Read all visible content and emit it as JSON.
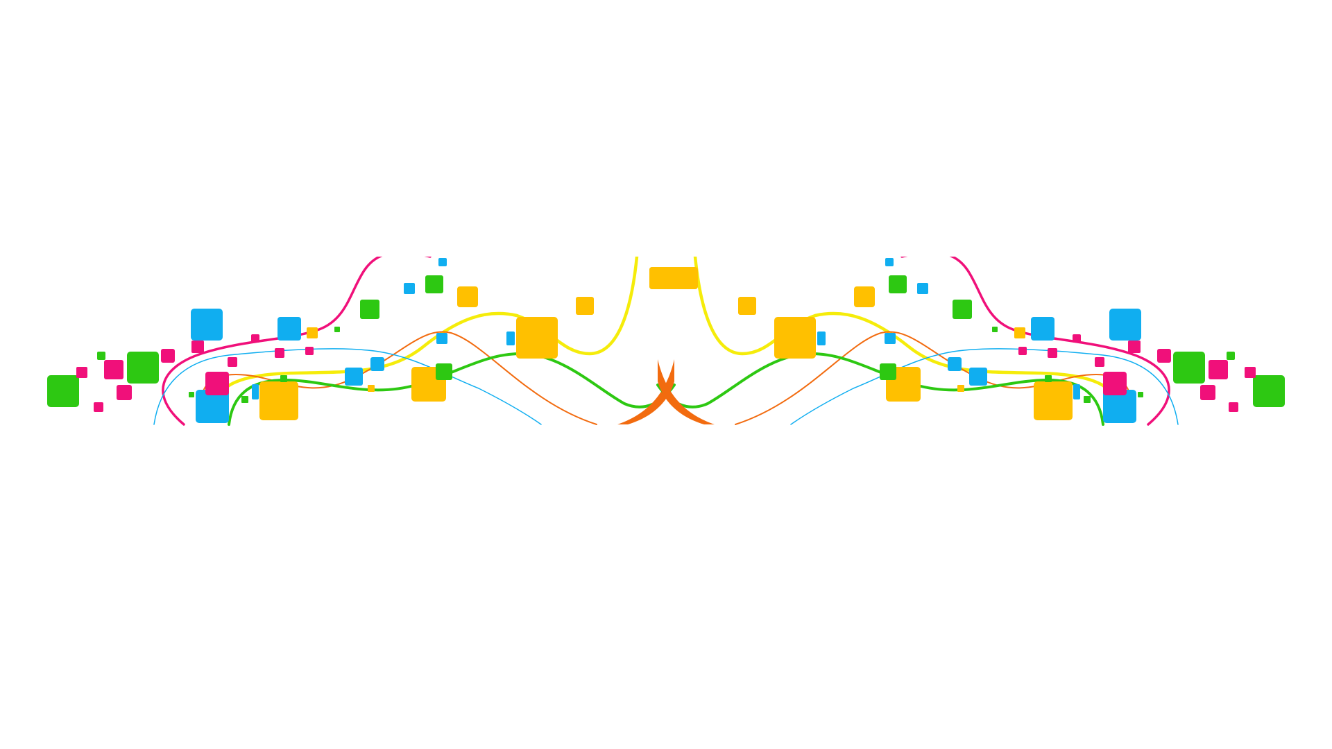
{
  "artwork": {
    "description_visible_text": "",
    "background_color": "#FFFFFF",
    "palette": {
      "magenta": "#F0107A",
      "green": "#2DC812",
      "blue": "#10AEF0",
      "amber": "#FFC000",
      "yellow": "#F5EC0A",
      "orange": "#F26B0F"
    },
    "symmetry": "mirrored-left-right",
    "motifs": [
      "rounded-squares",
      "flowing-wave-lines",
      "center-spike"
    ]
  }
}
